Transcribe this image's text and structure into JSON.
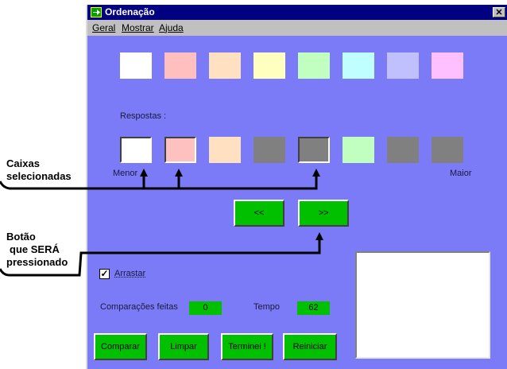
{
  "window": {
    "title": "Ordenação",
    "close_glyph": "✕"
  },
  "menu": {
    "items": [
      "Geral",
      "Mostrar",
      "Ajuda"
    ]
  },
  "top_row_colors": [
    "#ffffff",
    "#ffbfbf",
    "#ffe0c0",
    "#ffffc0",
    "#c0ffc0",
    "#c0ffff",
    "#c0c0ff",
    "#ffc0ff"
  ],
  "answers": {
    "label": "Respostas :",
    "colors": [
      "#ffffff",
      "#ffc0c0",
      "#ffe0c0",
      "#808080",
      "#808080",
      "#c0ffc0",
      "#808080",
      "#808080"
    ],
    "selected": [
      true,
      true,
      false,
      false,
      true,
      false,
      false,
      false
    ],
    "min_label": "Menor",
    "max_label": "Maior"
  },
  "nav": {
    "prev_label": "<<",
    "next_label": ">>"
  },
  "drag": {
    "label": "Arrastar",
    "checked": true,
    "check_glyph": "✓"
  },
  "stats": {
    "comparisons_label": "Comparações feitas",
    "comparisons_value": "0",
    "time_label": "Tempo",
    "time_value": "62"
  },
  "buttons": {
    "compare": "Comparar",
    "clear": "Limpar",
    "done": "Terminei !",
    "restart": "Reiniciar"
  },
  "annotations": {
    "selected_line1": "Caixas",
    "selected_line2": "selecionadas",
    "button_line1": "Botão",
    "button_line2": "que SERÁ",
    "button_line3": "pressionado"
  },
  "colors": {
    "window_bg": "#7b7bf7",
    "button_green": "#00c000",
    "titlebar": "#000080"
  }
}
